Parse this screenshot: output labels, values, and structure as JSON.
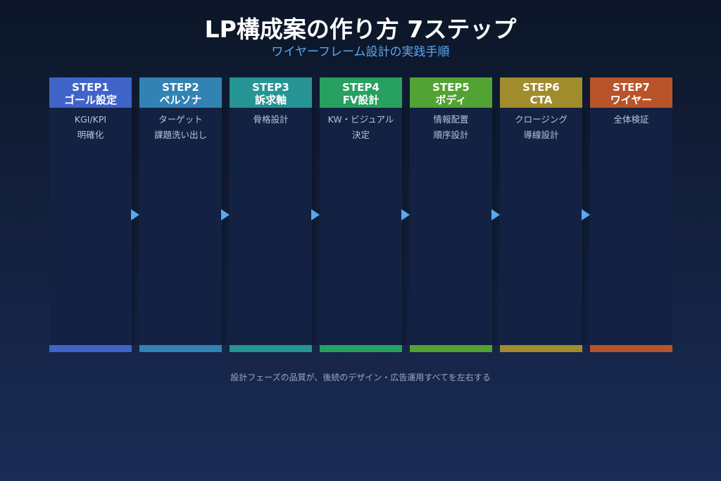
{
  "header": {
    "title": "LP構成案の作り方 7ステップ",
    "subtitle": "ワイヤーフレーム設計の実践手順"
  },
  "steps": [
    {
      "step": "STEP1",
      "name": "ゴール設定",
      "lines": [
        "KGI/KPI",
        "明確化"
      ],
      "color": "#4063c8"
    },
    {
      "step": "STEP2",
      "name": "ペルソナ",
      "lines": [
        "ターゲット",
        "課題洗い出し"
      ],
      "color": "#3282b4"
    },
    {
      "step": "STEP3",
      "name": "訴求軸",
      "lines": [
        "骨格設計",
        ""
      ],
      "color": "#269494"
    },
    {
      "step": "STEP4",
      "name": "FV設計",
      "lines": [
        "KW・ビジュアル",
        "決定"
      ],
      "color": "#28a060"
    },
    {
      "step": "STEP5",
      "name": "ボディ",
      "lines": [
        "情報配置",
        "順序設計"
      ],
      "color": "#52a234"
    },
    {
      "step": "STEP6",
      "name": "CTA",
      "lines": [
        "クロージング",
        "導線設計"
      ],
      "color": "#a08c2c"
    },
    {
      "step": "STEP7",
      "name": "ワイヤー",
      "lines": [
        "全体検証",
        ""
      ],
      "color": "#b8542a"
    }
  ],
  "arrow_color": "#5aa8f0",
  "footer": {
    "note": "設計フェーズの品質が、後続のデザイン・広告運用すべてを左右する"
  }
}
